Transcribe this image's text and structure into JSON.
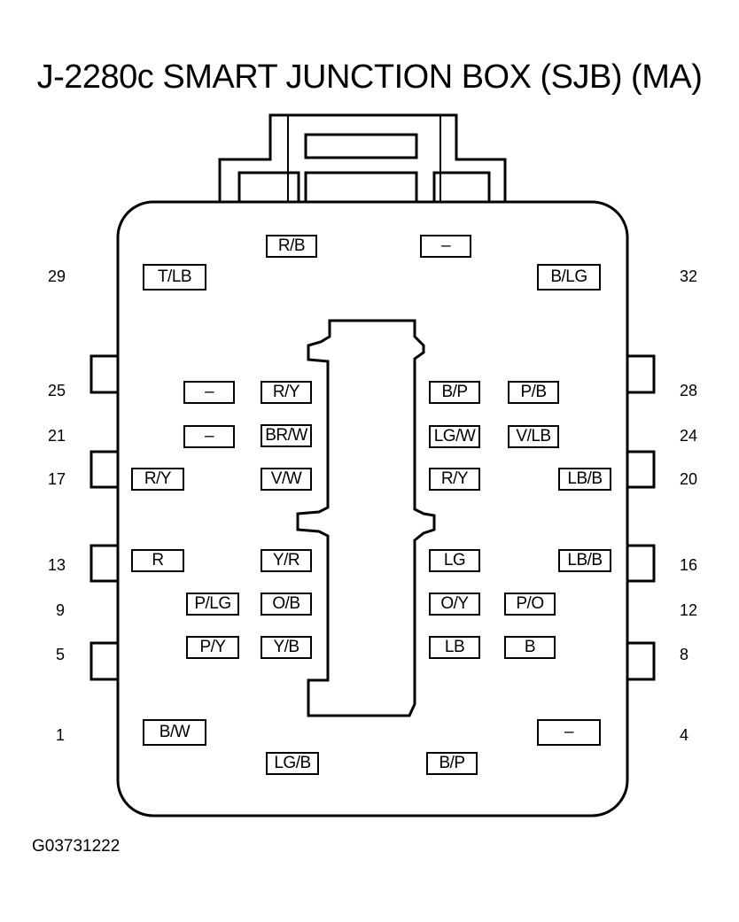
{
  "title": "J-2280c SMART JUNCTION BOX (SJB) (MA)",
  "figure_id": "G03731222",
  "pin_numbers": {
    "p29": "29",
    "p32": "32",
    "p25": "25",
    "p28": "28",
    "p21": "21",
    "p24": "24",
    "p17": "17",
    "p20": "20",
    "p13": "13",
    "p16": "16",
    "p9": "9",
    "p12": "12",
    "p5": "5",
    "p8": "8",
    "p1": "1",
    "p4": "4"
  },
  "wires": {
    "top_rb": "R/B",
    "top_dash": "–",
    "tlb": "T/LB",
    "blg": "B/LG",
    "r1_a": "–",
    "r1_b": "R/Y",
    "r1_c": "B/P",
    "r1_d": "P/B",
    "r2_a": "–",
    "r2_b": "BR/W",
    "r2_c": "LG/W",
    "r2_d": "V/LB",
    "r3_a": "R/Y",
    "r3_b": "V/W",
    "r3_c": "R/Y",
    "r3_d": "LB/B",
    "r4_a": "R",
    "r4_b": "Y/R",
    "r4_c": "LG",
    "r4_d": "LB/B",
    "r5_a": "P/LG",
    "r5_b": "O/B",
    "r5_c": "O/Y",
    "r5_d": "P/O",
    "r6_a": "P/Y",
    "r6_b": "Y/B",
    "r6_c": "LB",
    "r6_d": "B",
    "bw": "B/W",
    "br_dash": "–",
    "bot_lgb": "LG/B",
    "bot_bp": "B/P"
  }
}
